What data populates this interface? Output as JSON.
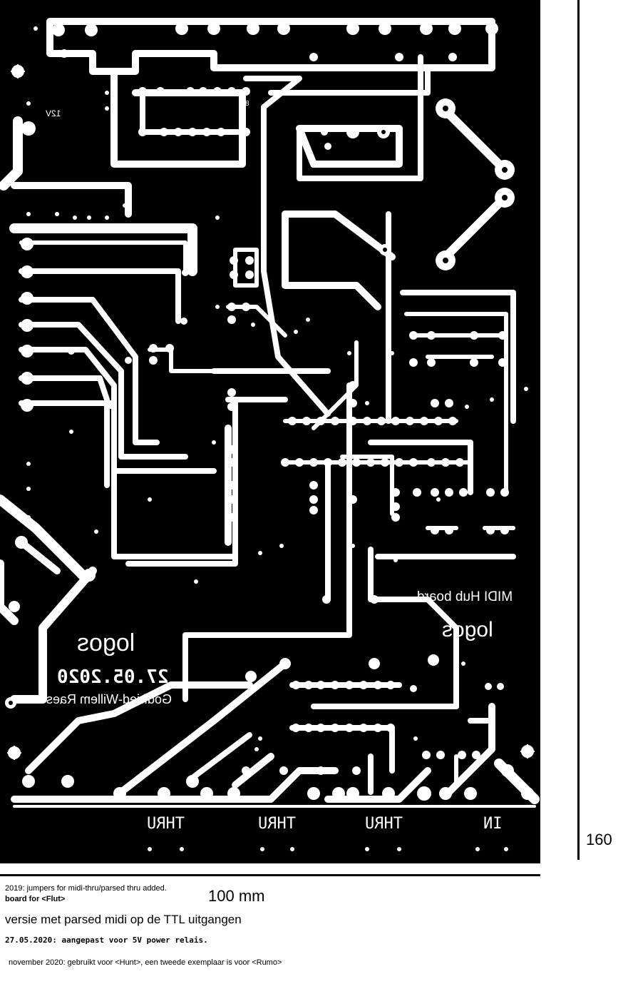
{
  "board": {
    "title_mirrored": "MIDI Hub board",
    "logo_right_mirrored": "logos",
    "logo_left_mirrored": "logos",
    "date_mirrored": "27.05.2020",
    "author_mirrored": "Godfried-Willem Raes",
    "label_12v_mirrored": "12V",
    "jumper_pin_label": "8",
    "connector_labels": [
      "THRU",
      "THRU",
      "THRU",
      "IN"
    ]
  },
  "dimensions": {
    "height_label": "160",
    "width_label": "100 mm"
  },
  "notes": {
    "line1": "2019: jumpers for midi-thru/parsed thru added.",
    "line2": "board for <Flut>",
    "line3": "versie met parsed midi op de TTL uitgangen",
    "line4": "27.05.2020: aangepast voor 5V power relais.",
    "line5": "november 2020: gebruikt voor <Hunt>, een tweede exemplaar is voor <Rumo>"
  },
  "colors": {
    "board": "#000000",
    "copper": "#ffffff",
    "paper": "#ffffff"
  }
}
